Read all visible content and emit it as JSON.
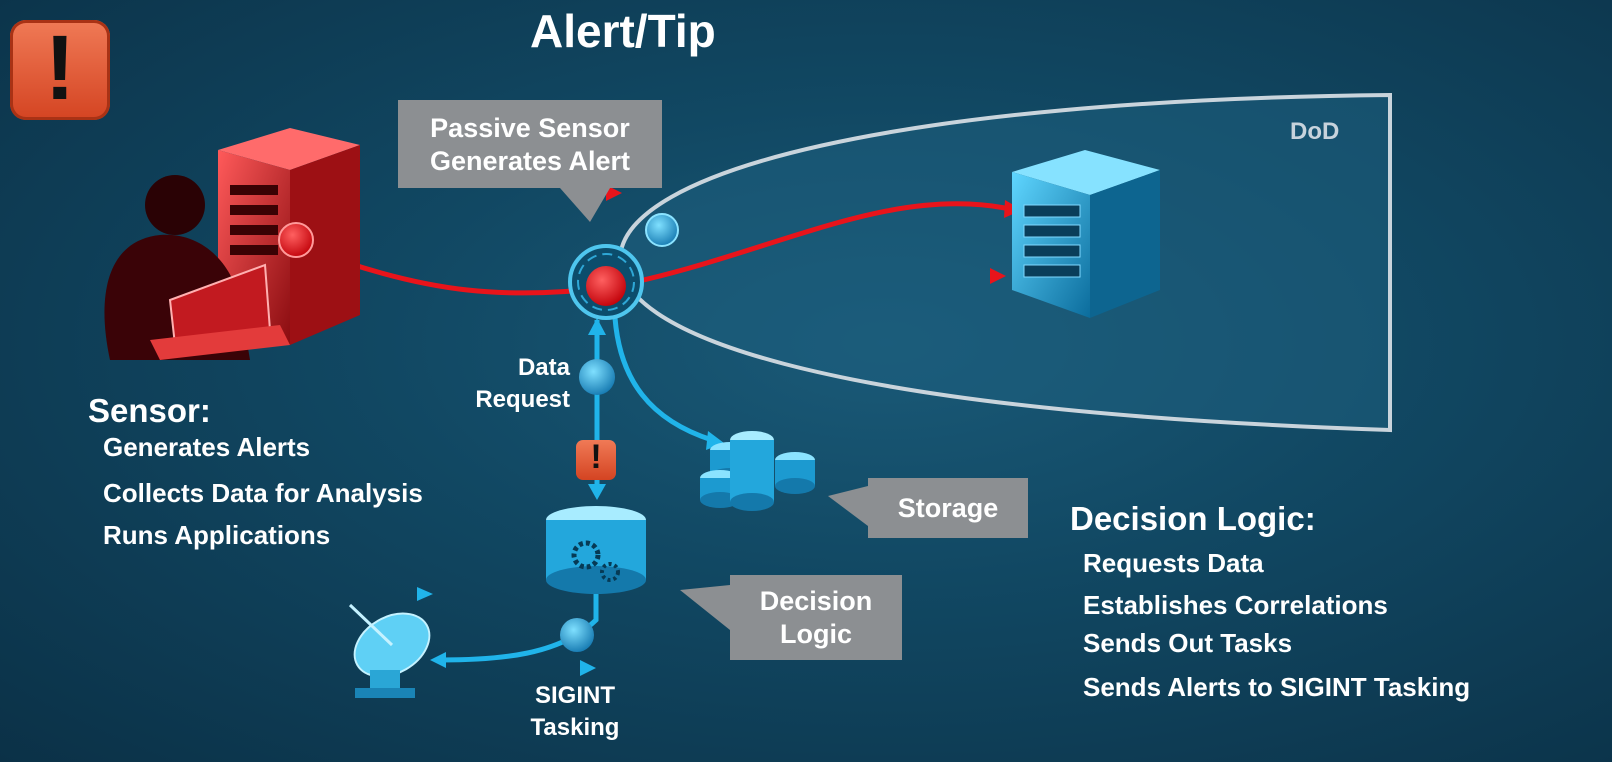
{
  "title": "Alert/Tip",
  "region_label": "DoD",
  "callouts": {
    "passive_sensor": "Passive Sensor Generates Alert",
    "storage": "Storage",
    "decision_logic": "Decision Logic"
  },
  "labels": {
    "data_request": "Data Request",
    "sigint_tasking": "SIGINT Tasking"
  },
  "sensor": {
    "heading": "Sensor:",
    "items": [
      "Generates Alerts",
      "Collects Data for Analysis",
      "Runs Applications"
    ]
  },
  "decision_logic": {
    "heading": "Decision Logic:",
    "items": [
      "Requests Data",
      "Establishes Correlations",
      "Sends Out Tasks",
      "Sends Alerts to SIGINT Tasking"
    ]
  },
  "icons": {
    "alert": "exclamation-icon",
    "sensor_server": "red-server-icon",
    "operator": "hacker-silhouette-icon",
    "dod_server": "blue-server-icon",
    "storage": "database-cluster-icon",
    "decision_logic": "gear-database-icon",
    "satellite": "satellite-dish-icon"
  },
  "colors": {
    "alert_red": "#e8141b",
    "flow_blue": "#20b4ea",
    "callout_gray": "#8c8f92",
    "alert_tile": "#e35a36"
  }
}
